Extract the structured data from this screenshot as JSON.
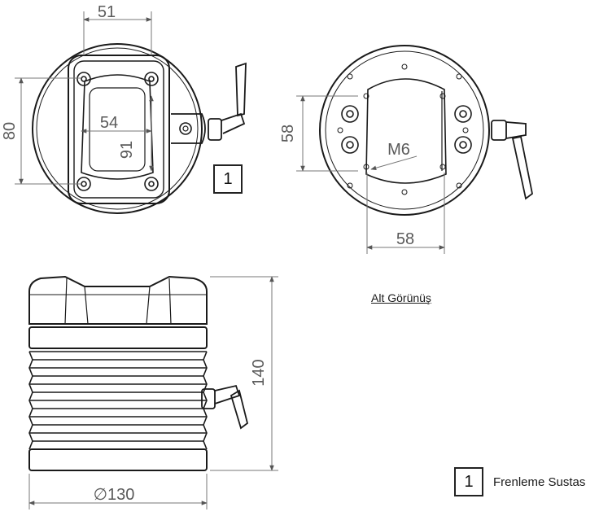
{
  "dimensions": {
    "top_width": "51",
    "top_height": "80",
    "inner_width": "54",
    "inner_height": "91",
    "bottom_vertical": "58",
    "bottom_horizontal": "58",
    "thread": "M6",
    "side_height": "140",
    "side_diameter": "∅130"
  },
  "labels": {
    "bottom_view": "Alt Görünüş",
    "callout_number": "1",
    "legend_number": "1",
    "legend_text": "Frenleme Sustas"
  },
  "icons": [
    "lever-handle-icon",
    "bolt-hole-icon"
  ]
}
